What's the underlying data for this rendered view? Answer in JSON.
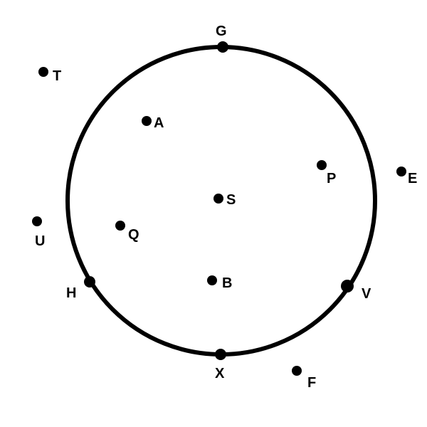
{
  "colors": {
    "ink": "#000000",
    "background": "#ffffff"
  },
  "circle": {
    "center_point": "S",
    "points_on_circle": [
      "G",
      "V",
      "X",
      "H"
    ]
  },
  "points": [
    {
      "id": "point-t",
      "label": "T"
    },
    {
      "id": "point-g",
      "label": "G"
    },
    {
      "id": "point-a",
      "label": "A"
    },
    {
      "id": "point-p",
      "label": "P"
    },
    {
      "id": "point-e",
      "label": "E"
    },
    {
      "id": "point-s",
      "label": "S"
    },
    {
      "id": "point-u",
      "label": "U"
    },
    {
      "id": "point-q",
      "label": "Q"
    },
    {
      "id": "point-h",
      "label": "H"
    },
    {
      "id": "point-b",
      "label": "B"
    },
    {
      "id": "point-v",
      "label": "V"
    },
    {
      "id": "point-x",
      "label": "X"
    },
    {
      "id": "point-f",
      "label": "F"
    }
  ]
}
